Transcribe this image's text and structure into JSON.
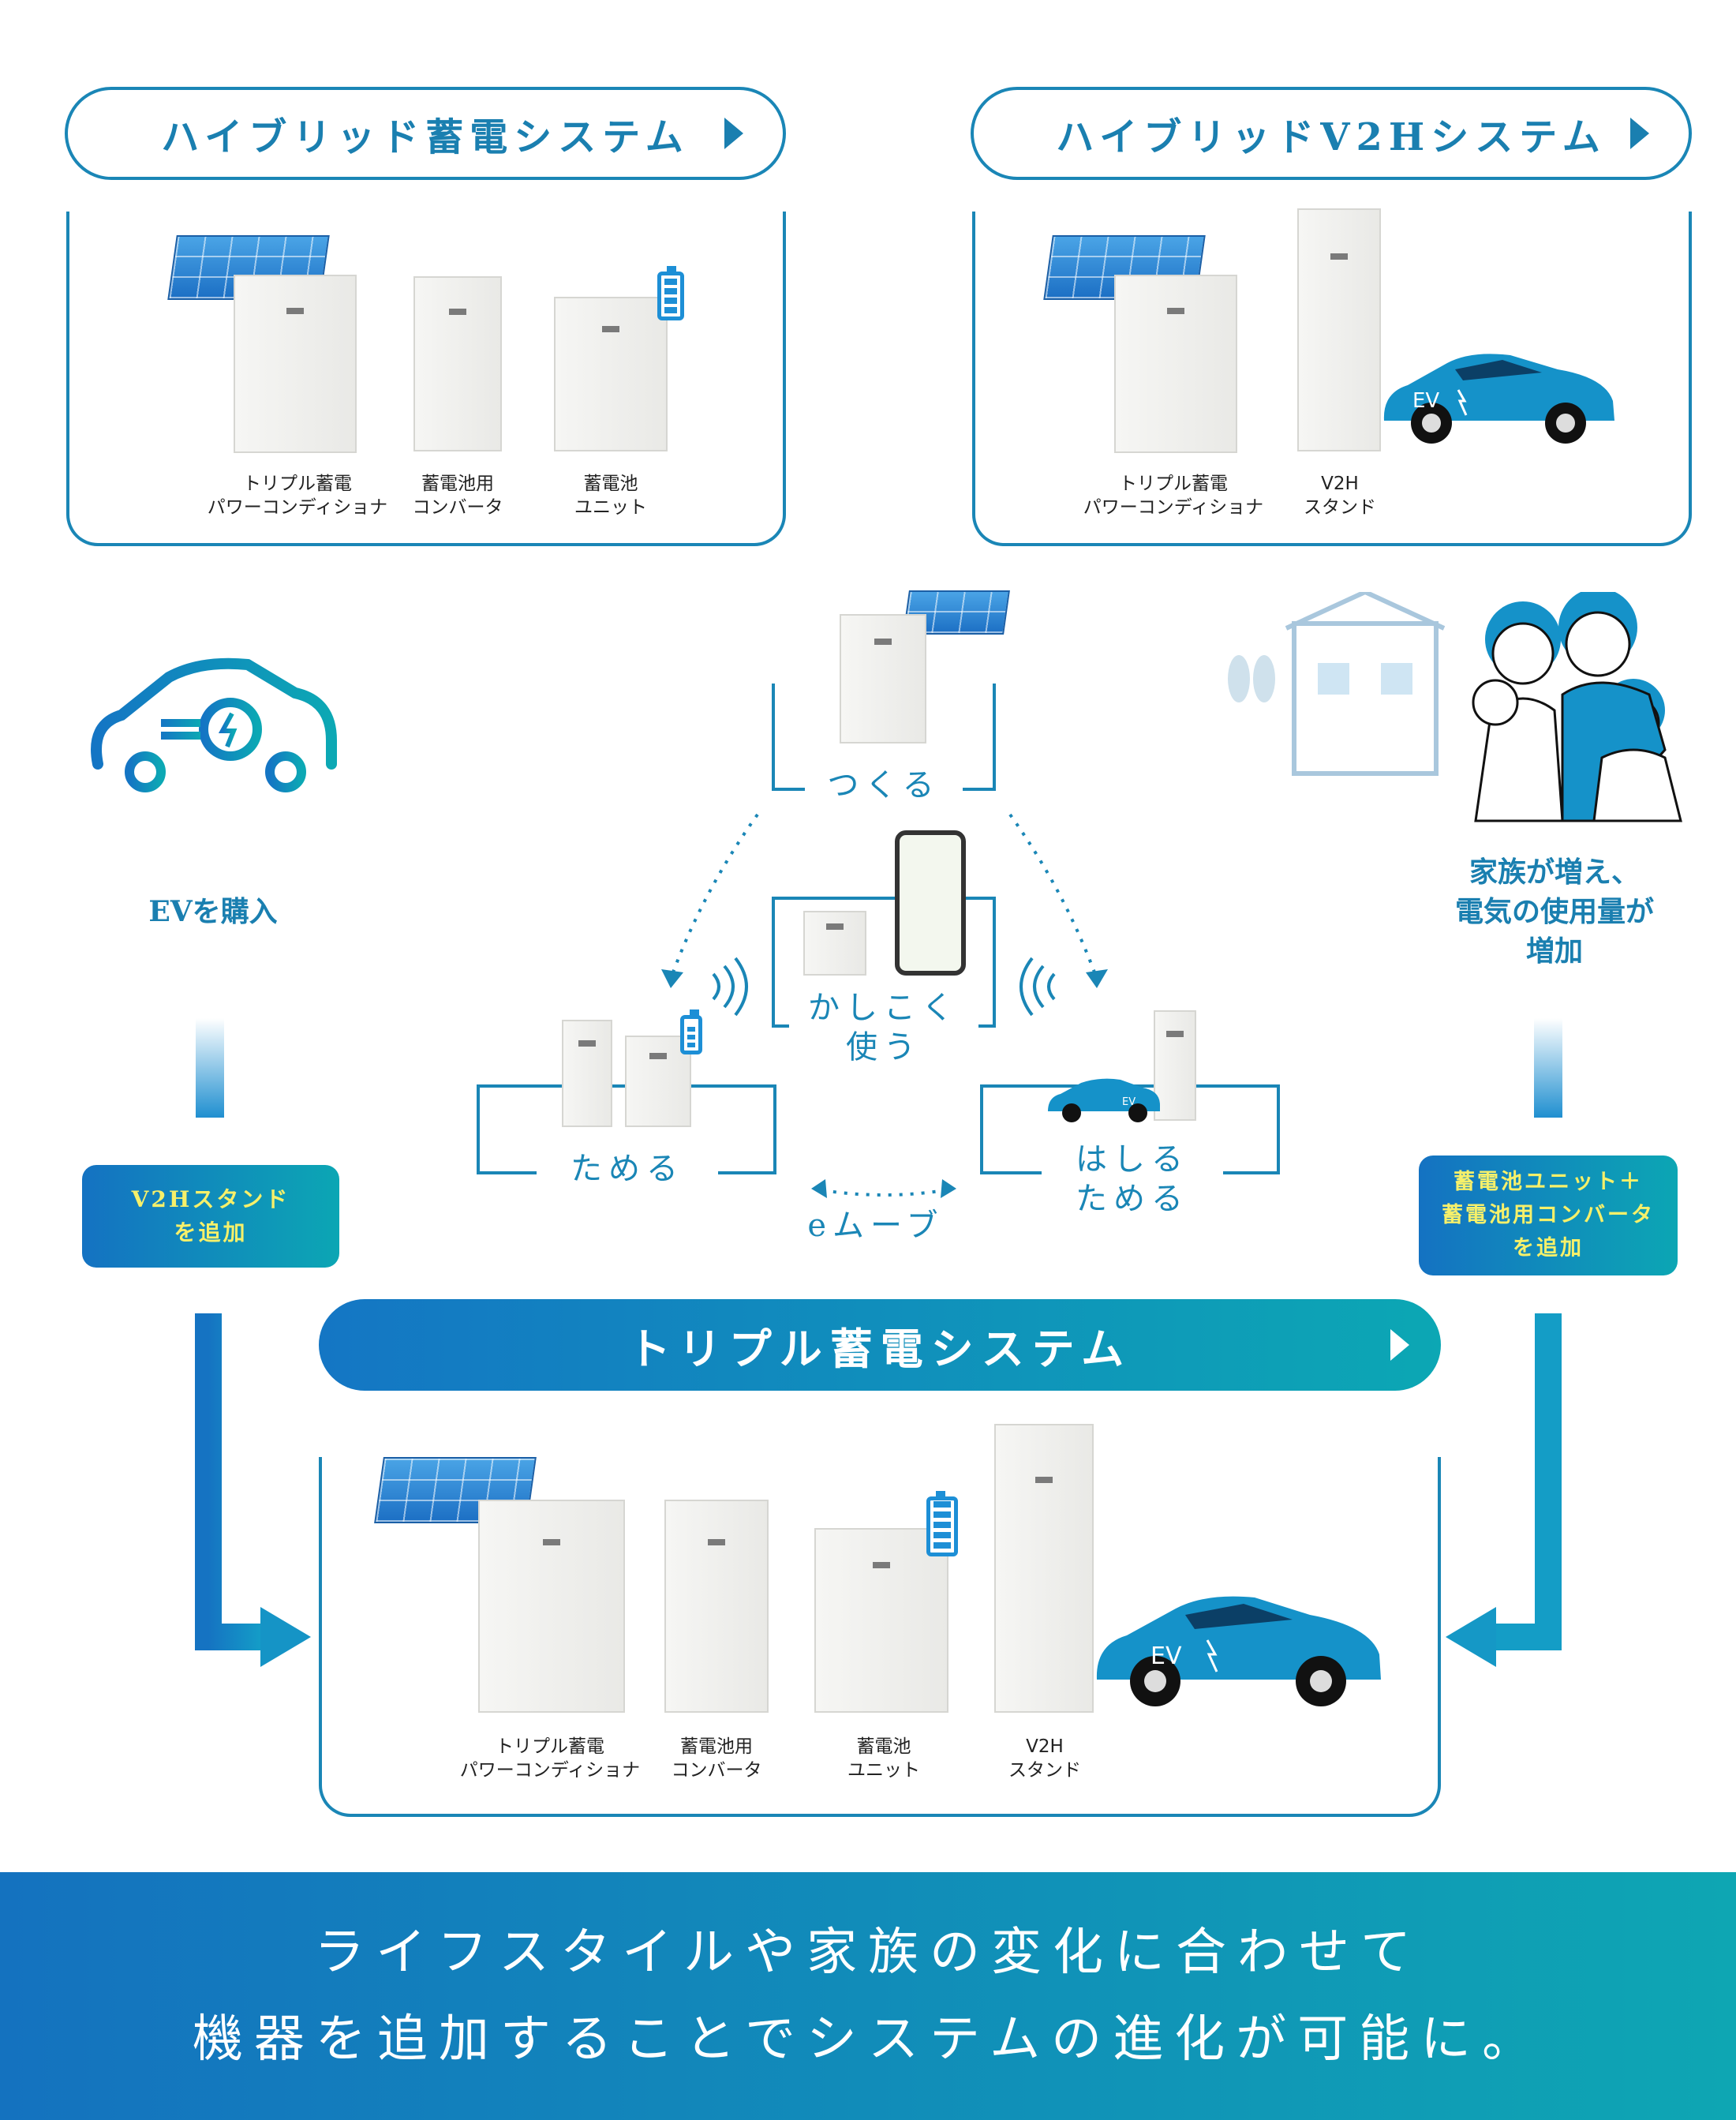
{
  "top_left": {
    "title": "ハイブリッド蓄電システム",
    "items": [
      "トリプル蓄電\nパワーコンディショナ",
      "蓄電池用\nコンバータ",
      "蓄電池\nユニット"
    ]
  },
  "top_right": {
    "title": "ハイブリッドV2Hシステム",
    "items": [
      "トリプル蓄電\nパワーコンディショナ",
      "V2H\nスタンド"
    ],
    "car_label": "EV"
  },
  "center": {
    "tsukuru": "つくる",
    "kashikoku": "かしこく\n使う",
    "tameru": "ためる",
    "hashiru": "はしる\nためる",
    "emove": "eムーブ",
    "small_car_label": "EV"
  },
  "left_side": {
    "event": "EVを購入",
    "action": "V2Hスタンド\nを追加"
  },
  "right_side": {
    "event": "家族が増え、\n電気の使用量が\n増加",
    "action": "蓄電池ユニット＋\n蓄電池用コンバータ\nを追加"
  },
  "bottom": {
    "title": "トリプル蓄電システム",
    "items": [
      "トリプル蓄電\nパワーコンディショナ",
      "蓄電池用\nコンバータ",
      "蓄電池\nユニット",
      "V2H\nスタンド"
    ],
    "car_label": "EV"
  },
  "footer": {
    "line1": "ライフスタイルや家族の変化に合わせて",
    "line2": "機器を追加することでシステムの進化が可能に。"
  },
  "colors": {
    "primary": "#1a86b6",
    "gradient_start": "#1472c2",
    "gradient_end": "#0ca6b4",
    "badge_text": "#f6f06a"
  }
}
